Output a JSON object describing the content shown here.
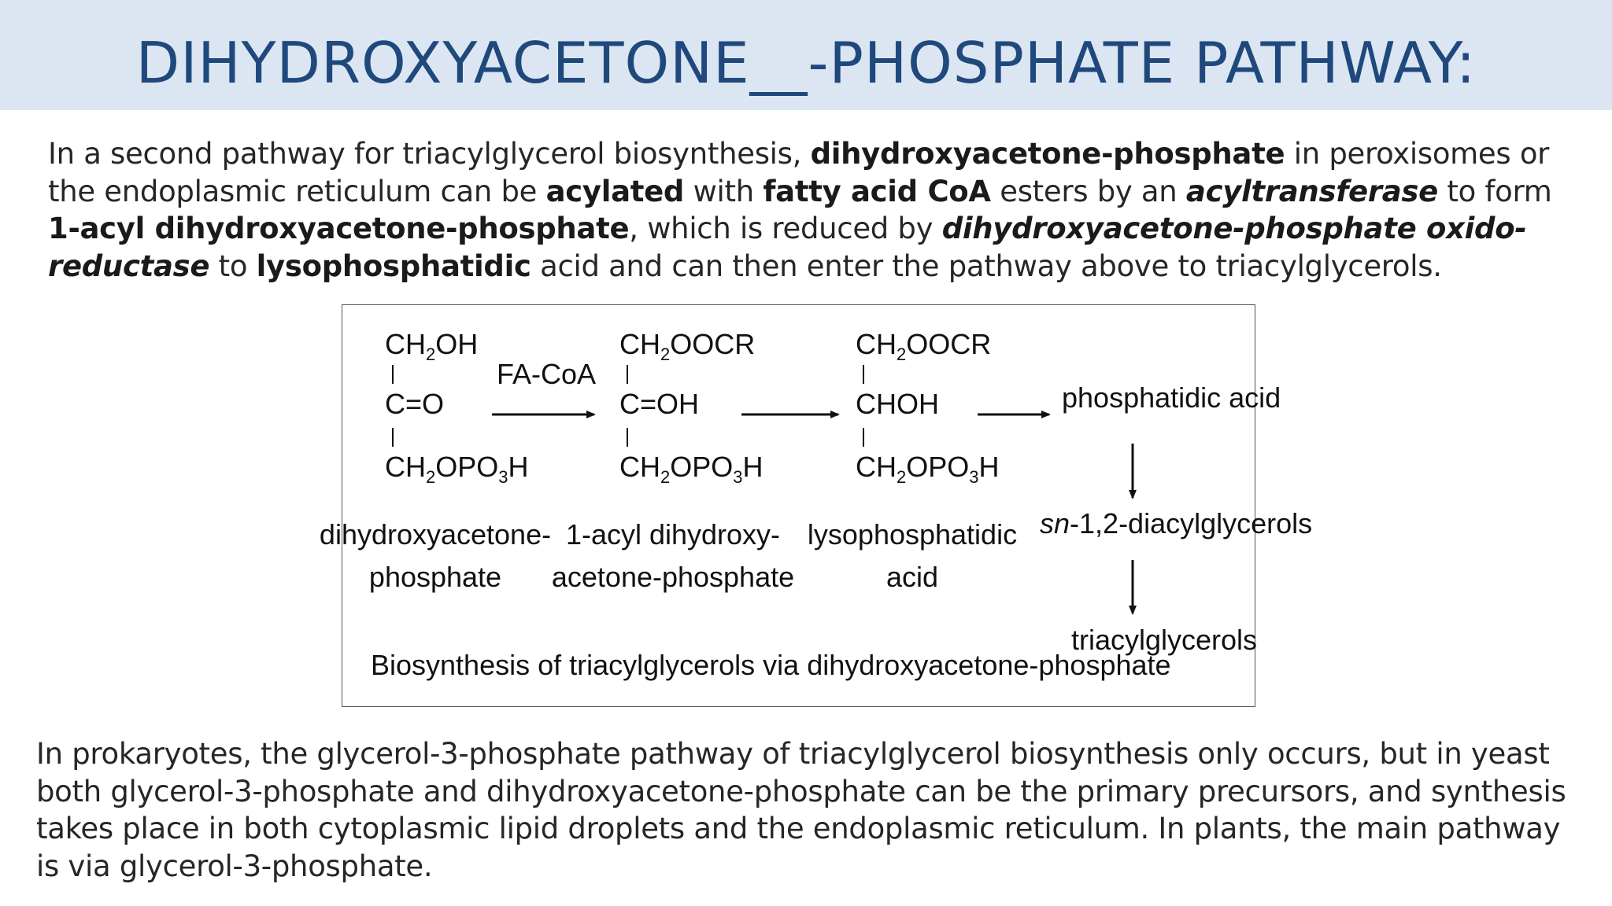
{
  "slide": {
    "title": "DIHYDROXYACETONE__-PHOSPHATE PATHWAY:"
  },
  "para1": {
    "s1": "In a second pathway for triacylglycerol biosynthesis, ",
    "b1": "dihydroxyacetone-phosphate",
    "s2": " in peroxisomes or the endoplasmic reticulum can be ",
    "b2": "acylated",
    "s3": " with ",
    "b3": "fatty acid CoA",
    "s4": " esters by an ",
    "bi1": "acyltransferase",
    "s5": "  to form ",
    "b4": "1-acyl dihydroxyacetone-phosphate",
    "s6": ", which is reduced by ",
    "bi2": "dihydroxyacetone-phosphate oxido-reductase",
    "s7": " to ",
    "b5": "lysophosphatidic",
    "s8": " acid and can then enter the pathway above to triacylglycerols."
  },
  "para2": {
    "text": "In prokaryotes, the glycerol-3-phosphate pathway of triacylglycerol biosynthesis only occurs, but in yeast both glycerol-3-phosphate and dihydroxyacetone-phosphate can be the primary precursors, and synthesis takes place in both cytoplasmic lipid droplets and the endoplasmic reticulum. In plants, the main pathway is via glycerol-3-phosphate."
  },
  "figure": {
    "colors": {
      "label": "#1a1acc",
      "caption": "#1a1a99",
      "formula": "#111111"
    },
    "dhap": {
      "top": "CH2OH",
      "mid": "C=O",
      "bottom": "CH2OPO3H",
      "label1": "dihydroxyacetone-",
      "label2": "phosphate"
    },
    "enzyme": "FA-CoA",
    "acyl": {
      "top": "CH2OOCR",
      "mid": "C=OH",
      "bottom": "CH2OPO3H",
      "label1": "1-acyl dihydroxy-",
      "label2": "acetone-phosphate"
    },
    "lyso": {
      "top": "CH2OOCR",
      "mid": "CHOH",
      "bottom": "CH2OPO3H",
      "label1": "lysophosphatidic",
      "label2": "acid"
    },
    "pa": "phosphatidic acid",
    "dag_prefix": "sn",
    "dag_rest": "-1,2-diacylglycerols",
    "tag": "triacylglycerols",
    "caption": "Biosynthesis of triacylglycerols via dihydroxyacetone-phosphate"
  }
}
